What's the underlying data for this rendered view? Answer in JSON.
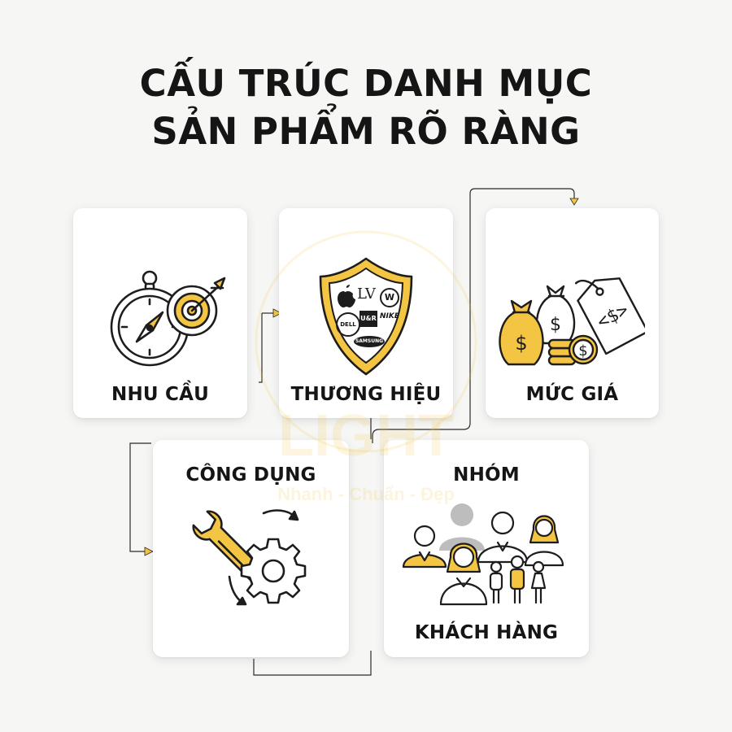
{
  "title": {
    "line1": "CẤU TRÚC DANH MỤC",
    "line2": "SẢN PHẨM RÕ RÀNG"
  },
  "cards": {
    "nhu_cau": {
      "label": "NHU CẦU",
      "icon": "compass-target-icon"
    },
    "thuong_hieu": {
      "label": "THƯƠNG HIỆU",
      "icon": "brand-shield-icon",
      "brands": [
        "LV",
        "U&R",
        "DELL",
        "NIKE",
        "SAMSUNG"
      ]
    },
    "muc_gia": {
      "label": "MỨC GIÁ",
      "icon": "money-bags-price-tag-icon",
      "tag_text": "<$>"
    },
    "cong_dung": {
      "label": "CÔNG DỤNG",
      "icon": "wrench-gear-icon"
    },
    "nhom_khach_hang": {
      "label_line1": "NHÓM",
      "label_line2": "KHÁCH HÀNG",
      "icon": "people-group-icon"
    }
  },
  "watermark": {
    "brand": "LIGHT",
    "slogan": "Nhanh - Chuẩn - Đẹp"
  },
  "colors": {
    "accent": "#F4C542",
    "ink": "#1d1d1d",
    "gray": "#bdbdbd",
    "background": "#f6f6f5"
  }
}
